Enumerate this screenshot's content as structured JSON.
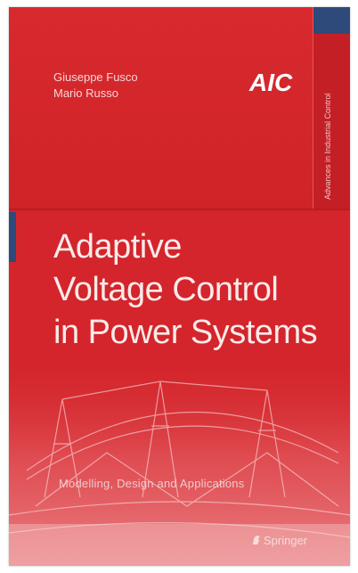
{
  "book": {
    "authors": [
      "Giuseppe Fusco",
      "Mario Russo"
    ],
    "logo_text": "AIC",
    "series_text": "Advances in Industrial Control",
    "title_lines": [
      "Adaptive",
      "Voltage Control",
      "in Power Systems"
    ],
    "subtitle": "Modelling, Design and Applications",
    "publisher": "Springer"
  },
  "colors": {
    "cover_red": "#d3252b",
    "accent_blue": "#2d4a7a",
    "text_light": "#fbeaea"
  },
  "icons": {
    "logo": "aic-logo",
    "publisher": "springer-horse-icon",
    "background": "power-pylon-illustration"
  }
}
